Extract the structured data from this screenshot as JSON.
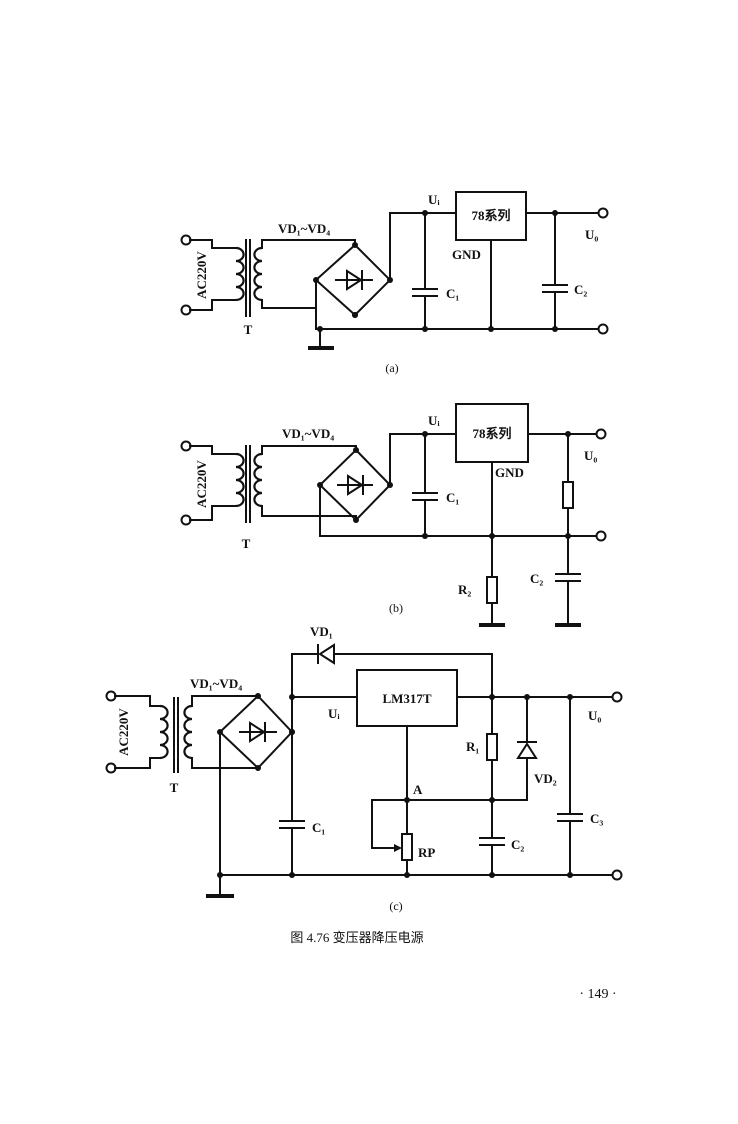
{
  "figure": {
    "caption": "图 4.76   变压器降压电源",
    "page_number": "· 149 ·"
  },
  "circuit_a": {
    "tag": "(a)",
    "ac": "AC220V",
    "transformer": "T",
    "bridge": "VD₁~VD₄",
    "regulator": "78系列",
    "gnd": "GND",
    "ui": "Uᵢ",
    "uo": "U₀",
    "c1": "C₁",
    "c2": "C₂"
  },
  "circuit_b": {
    "tag": "(b)",
    "ac": "AC220V",
    "transformer": "T",
    "bridge": "VD₁~VD₄",
    "regulator": "78系列",
    "gnd": "GND",
    "ui": "Uᵢ",
    "uo": "U₀",
    "c1": "C₁",
    "c2": "C₂",
    "r2": "R₂"
  },
  "circuit_c": {
    "tag": "(c)",
    "ac": "AC220V",
    "transformer": "T",
    "bridge": "VD₁~VD₄",
    "regulator": "LM317T",
    "ui": "Uᵢ",
    "uo": "U₀",
    "vd1": "VD₁",
    "vd2": "VD₂",
    "r1": "R₁",
    "rp": "RP",
    "node_a": "A",
    "c1": "C₁",
    "c2": "C₂",
    "c3": "C₃"
  }
}
